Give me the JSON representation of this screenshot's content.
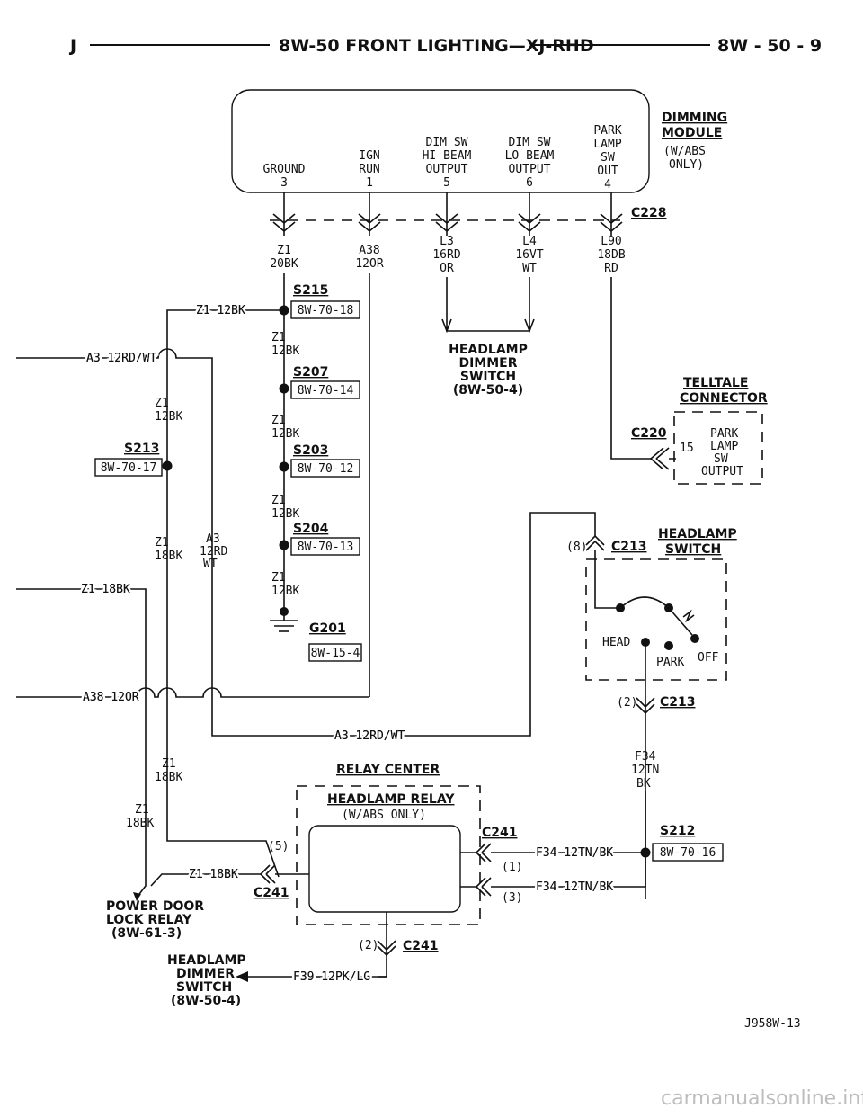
{
  "header": {
    "left": "J",
    "title": "8W-50 FRONT LIGHTING—XJ-RHD",
    "page": "8W - 50 - 9"
  },
  "module": {
    "name_1": "DIMMING",
    "name_2": "MODULE",
    "note_1": "(W/ABS",
    "note_2": "ONLY)",
    "pins": [
      {
        "lines": [
          "GROUND",
          "3"
        ]
      },
      {
        "lines": [
          "IGN",
          "RUN",
          "1"
        ]
      },
      {
        "lines": [
          "DIM SW",
          "HI BEAM",
          "OUTPUT",
          "5"
        ]
      },
      {
        "lines": [
          "DIM SW",
          "LO BEAM",
          "OUTPUT",
          "6"
        ]
      },
      {
        "lines": [
          "PARK",
          "LAMP",
          "SW",
          "OUT",
          "4"
        ]
      }
    ]
  },
  "connectors": {
    "c228": "C228",
    "c220": "C220",
    "c213": "C213",
    "c241": "C241"
  },
  "wires": {
    "z1_20bk": [
      "Z1",
      "20BK"
    ],
    "a38_12or": [
      "A38",
      "12OR"
    ],
    "l3": [
      "L3",
      "16RD",
      "OR"
    ],
    "l4": [
      "L4",
      "16VT",
      "WT"
    ],
    "l90": [
      "L90",
      "18DB",
      "RD"
    ],
    "z1_12bk_inline": "Z1 12BK",
    "z1_12bk": [
      "Z1",
      "12BK"
    ],
    "a3_in": "A3 12RD/WT",
    "z1_18bk": [
      "Z1",
      "18BK"
    ],
    "a3_stack": [
      "A3",
      "12RD",
      "WT"
    ],
    "z1_18bk_in": "Z1 18BK",
    "a38_in": "A38 12OR",
    "a3_bottom": "A3 12RD/WT",
    "f34": [
      "F34",
      "12TN",
      "BK"
    ],
    "f34_1": "F34 12TN/BK",
    "f34_3": "F34 12TN/BK",
    "f39": "F39 12PK/LG"
  },
  "splices": {
    "s215": {
      "name": "S215",
      "ref": "8W-70-18"
    },
    "s207": {
      "name": "S207",
      "ref": "8W-70-14"
    },
    "s203": {
      "name": "S203",
      "ref": "8W-70-12"
    },
    "s204": {
      "name": "S204",
      "ref": "8W-70-13"
    },
    "s213": {
      "name": "S213",
      "ref": "8W-70-17"
    },
    "s212": {
      "name": "S212",
      "ref": "8W-70-16"
    }
  },
  "ground": {
    "name": "G201",
    "ref": "8W-15-4"
  },
  "headlamp_dimmer_top": [
    "HEADLAMP",
    "DIMMER",
    "SWITCH",
    "(8W-50-4)"
  ],
  "telltale": {
    "title_1": "TELLTALE",
    "title_2": "CONNECTOR",
    "pin": "15",
    "label": [
      "PARK",
      "LAMP",
      "SW",
      "OUTPUT"
    ]
  },
  "headlamp_switch": {
    "title_1": "HEADLAMP",
    "title_2": "SWITCH",
    "pin_top": "(8)",
    "pin_bottom": "(2)",
    "head": "HEAD",
    "park": "PARK",
    "off": "OFF"
  },
  "relay_center": {
    "title": "RELAY CENTER",
    "relay_1": "HEADLAMP RELAY",
    "relay_2": "(W/ABS ONLY)",
    "pin_5": "(5)",
    "pin_1": "(1)",
    "pin_3": "(3)",
    "pin_2": "(2)"
  },
  "power_door": [
    "POWER DOOR",
    "LOCK RELAY",
    "(8W-61-3)"
  ],
  "headlamp_dimmer_bottom": [
    "HEADLAMP",
    "DIMMER",
    "SWITCH",
    "(8W-50-4)"
  ],
  "figure_id": "J958W-13",
  "watermark": "carmanualsonline.info"
}
